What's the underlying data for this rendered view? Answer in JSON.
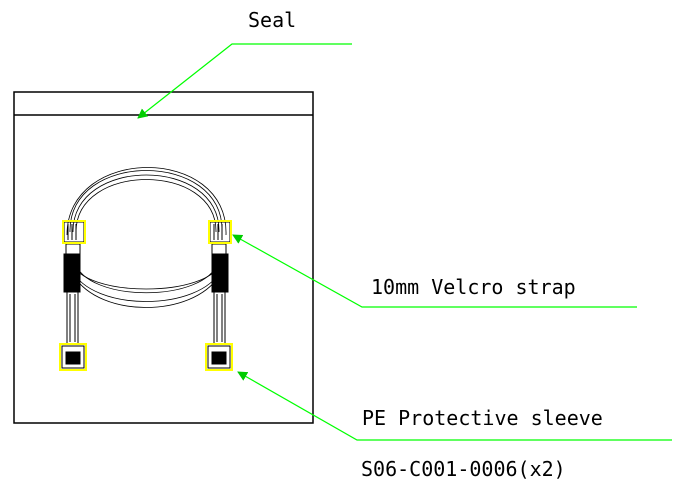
{
  "labels": {
    "seal": "Seal",
    "velcro": "10mm Velcro strap",
    "sleeve": "PE Protective sleeve",
    "part_number": "S06-C001-0006(x2)"
  },
  "colors": {
    "outline": "#000000",
    "leader": "#00ff00",
    "highlight": "#ffff00",
    "background": "#ffffff"
  }
}
